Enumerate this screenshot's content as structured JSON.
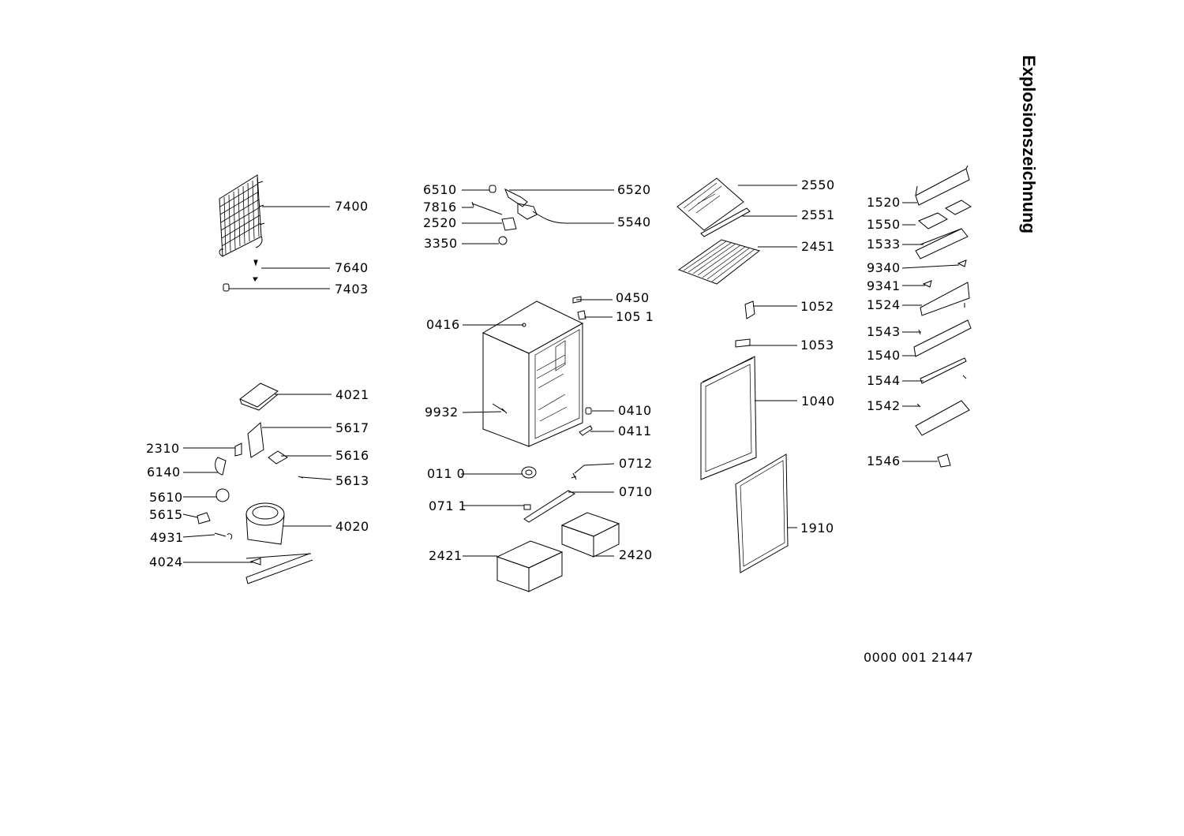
{
  "title": "Explosionszeichnung",
  "drawing_number": "0000  001  21447",
  "part_numbers": {
    "p7400": "7400",
    "p7640": "7640",
    "p7403": "7403",
    "p6510": "6510",
    "p6520": "6520",
    "p7816": "7816",
    "p2520": "2520",
    "p5540": "5540",
    "p3350": "3350",
    "p2550": "2550",
    "p2551": "2551",
    "p2451": "2451",
    "p1520": "1520",
    "p1550": "1550",
    "p1533": "1533",
    "p9340": "9340",
    "p9341": "9341",
    "p1524": "1524",
    "p1543": "1543",
    "p1540": "1540",
    "p1544": "1544",
    "p1542": "1542",
    "p1546": "1546",
    "p0450": "0450",
    "p1051": "105 1",
    "p0416": "0416",
    "p9932": "9932",
    "p0410": "0410",
    "p0411": "0411",
    "p0712": "0712",
    "p0110": "011 0",
    "p0710": "0710",
    "p0711": "071 1",
    "p2421": "2421",
    "p2420": "2420",
    "p1052": "1052",
    "p1053": "1053",
    "p1040": "1040",
    "p1910": "1910",
    "p4021": "4021",
    "p5617": "5617",
    "p2310": "2310",
    "p5616": "5616",
    "p6140": "6140",
    "p5613": "5613",
    "p5610": "5610",
    "p5615": "5615",
    "p4020": "4020",
    "p4931": "4931",
    "p4024": "4024"
  }
}
